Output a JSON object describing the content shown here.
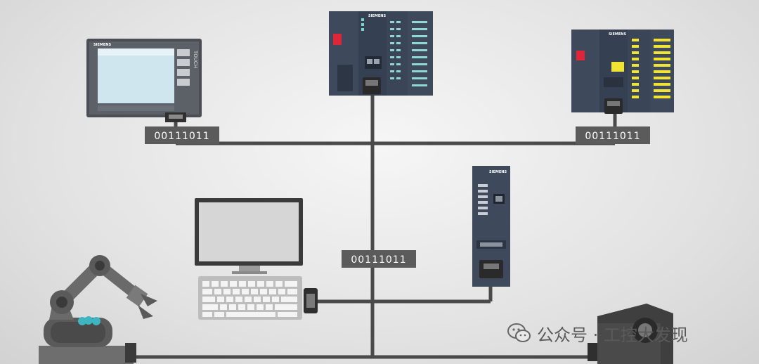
{
  "network": {
    "packet_labels": [
      "00111011",
      "00111011",
      "00111011"
    ]
  },
  "devices": {
    "hmi_brand": "SIEMENS",
    "hmi_side_text": "TOUCH",
    "cpu_center_brand": "SIEMENS",
    "cpu_right_brand": "SIEMENS",
    "switch_brand": "SIEMENS"
  },
  "watermark": {
    "text": "公众号 · 工控大发现",
    "icon": "wechat-icon"
  },
  "colors": {
    "cable": "#4a4a4a",
    "device_body": "#3e4a5c",
    "label_bg": "#5b5b5b",
    "accent_red": "#e0243a",
    "accent_yellow": "#f1e332",
    "accent_teal": "#3eb6c2"
  }
}
